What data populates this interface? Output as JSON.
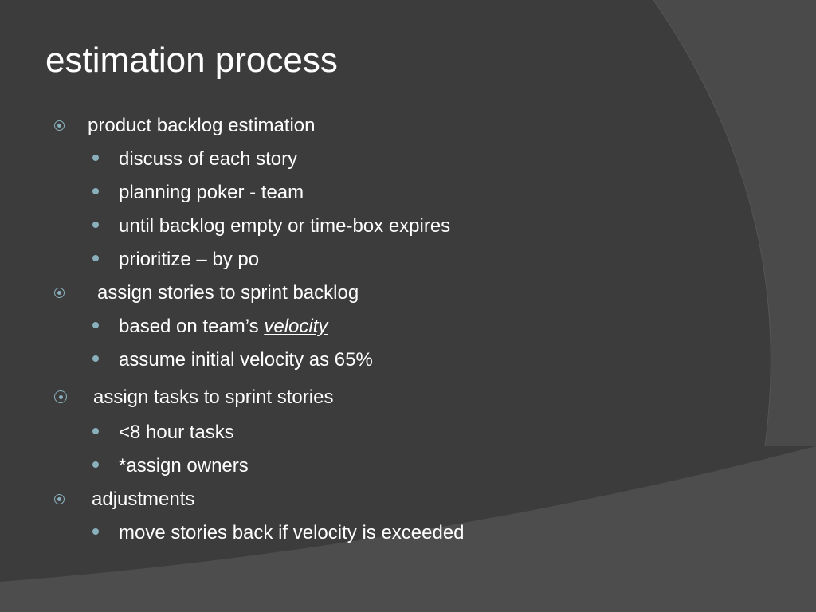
{
  "slide": {
    "title": "estimation process",
    "sections": [
      {
        "label": "product backlog estimation",
        "items": [
          "discuss of each story",
          "planning poker - team",
          "until backlog empty or time-box expires",
          "prioritize – by po"
        ]
      },
      {
        "label": "assign stories to sprint backlog",
        "items": [
          "based on team’s ",
          "assume initial velocity as 65%"
        ],
        "emphasis": "velocity"
      },
      {
        "label": "assign tasks to sprint stories",
        "items": [
          "<8 hour tasks",
          "*assign owners"
        ]
      },
      {
        "label": "adjustments",
        "items": [
          "move stories back if velocity is exceeded"
        ]
      }
    ]
  },
  "colors": {
    "background": "#3c3c3d",
    "text": "#ffffff",
    "bullet": "#8ab0bc"
  }
}
